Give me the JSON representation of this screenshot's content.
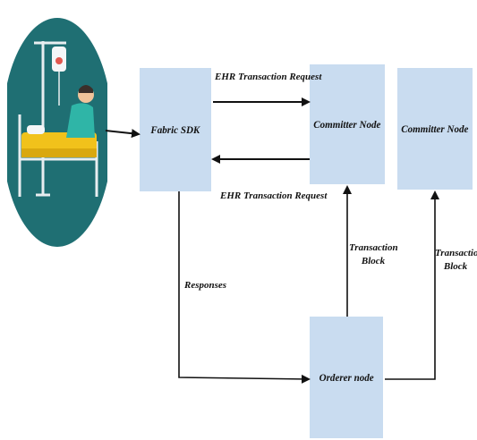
{
  "diagram": {
    "nodes": {
      "fabric_sdk": "Fabric SDK",
      "committer_node_1": "Committer Node",
      "committer_node_2": "Committer Node",
      "orderer_node": "Orderer node"
    },
    "edges": {
      "request_to_committer": "EHR Transaction Request",
      "request_to_sdk": "EHR Transaction Request",
      "responses": "Responses",
      "transaction_block_1_line1": "Transaction",
      "transaction_block_1_line2": "Block",
      "transaction_block_2_line1": "Transaction",
      "transaction_block_2_line2": "Block"
    },
    "icons": {
      "patient": "patient-in-hospital-bed-icon"
    },
    "colors": {
      "node_fill": "#c9dcf0",
      "icon_circle": "#1f6f73",
      "arrow": "#111111"
    }
  }
}
